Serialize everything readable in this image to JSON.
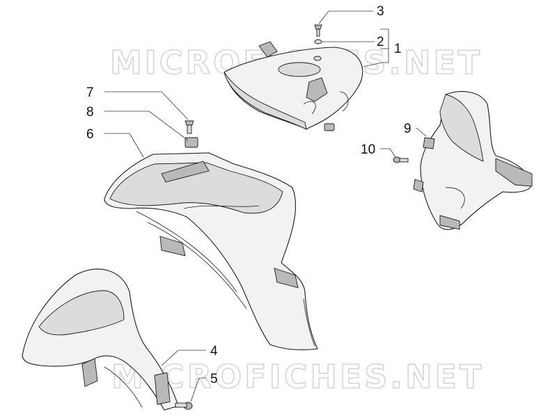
{
  "diagram": {
    "watermark": "MICROFICHES.NET",
    "callouts": [
      {
        "id": "1",
        "label": "1"
      },
      {
        "id": "2",
        "label": "2"
      },
      {
        "id": "3",
        "label": "3"
      },
      {
        "id": "4",
        "label": "4"
      },
      {
        "id": "5",
        "label": "5"
      },
      {
        "id": "6",
        "label": "6"
      },
      {
        "id": "7",
        "label": "7"
      },
      {
        "id": "8",
        "label": "8"
      },
      {
        "id": "9",
        "label": "9"
      },
      {
        "id": "10",
        "label": "10"
      }
    ]
  }
}
